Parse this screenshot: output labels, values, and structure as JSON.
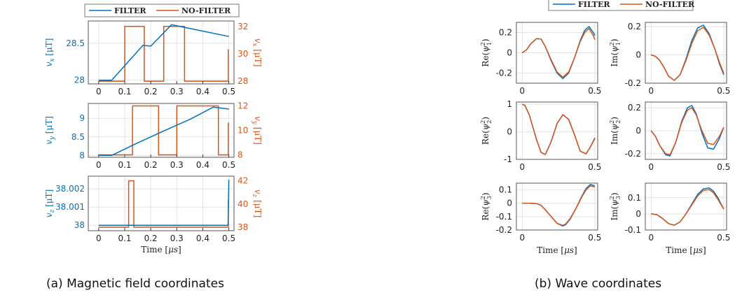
{
  "captions": {
    "left": "(a) Magnetic field coordinates",
    "right": "(b) Wave coordinates"
  },
  "colors": {
    "filter": "#0072BD",
    "nofilter": "#D95319"
  },
  "legend": {
    "filter": "FILTER",
    "nofilter": "NO-FILTER"
  },
  "chart_data": [
    {
      "type": "line",
      "id": "vx",
      "xlabel": "",
      "xlim": [
        0,
        0.5
      ],
      "xticks": [
        "0",
        "0.1",
        "0.2",
        "0.3",
        "0.4",
        "0.5"
      ],
      "left_axis": {
        "label": "v_x [μT]",
        "ylim": [
          27.95,
          28.8
        ],
        "ticks": [
          [
            28,
            "28"
          ],
          [
            28.5,
            "28.5"
          ]
        ]
      },
      "right_axis": {
        "label": "v_x [μT]",
        "ylim": [
          27.8,
          32.4
        ],
        "ticks": [
          [
            28,
            "28"
          ],
          [
            30,
            "30"
          ],
          [
            32,
            "32"
          ]
        ]
      },
      "series": [
        {
          "name": "FILTER",
          "axis": "left",
          "x": [
            0,
            0.05,
            0.17,
            0.2,
            0.28,
            0.5
          ],
          "y": [
            28,
            28,
            28.47,
            28.46,
            28.75,
            28.59
          ]
        },
        {
          "name": "NO-FILTER",
          "axis": "right",
          "x": [
            0,
            0.1,
            0.1,
            0.175,
            0.175,
            0.25,
            0.25,
            0.33,
            0.33,
            0.498,
            0.498,
            0.5
          ],
          "y": [
            28,
            28,
            32,
            32,
            28,
            28,
            32,
            32,
            28,
            28,
            30.3,
            30.3
          ]
        }
      ]
    },
    {
      "type": "line",
      "id": "vy",
      "xlabel": "",
      "xlim": [
        0,
        0.5
      ],
      "xticks": [
        "0",
        "0.1",
        "0.2",
        "0.3",
        "0.4",
        "0.5"
      ],
      "left_axis": {
        "label": "v_y [μT]",
        "ylim": [
          7.95,
          9.4
        ],
        "ticks": [
          [
            8,
            "8"
          ],
          [
            8.5,
            "8.5"
          ],
          [
            9,
            "9"
          ]
        ]
      },
      "right_axis": {
        "label": "v_y [μT]",
        "ylim": [
          7.8,
          12.2
        ],
        "ticks": [
          [
            8,
            "8"
          ],
          [
            10,
            "10"
          ],
          [
            12,
            "12"
          ]
        ]
      },
      "series": [
        {
          "name": "FILTER",
          "axis": "left",
          "x": [
            0,
            0.05,
            0.15,
            0.25,
            0.35,
            0.44,
            0.5
          ],
          "y": [
            8,
            8,
            8.34,
            8.66,
            8.97,
            9.3,
            9.25
          ]
        },
        {
          "name": "NO-FILTER",
          "axis": "right",
          "x": [
            0,
            0.13,
            0.13,
            0.23,
            0.23,
            0.3,
            0.3,
            0.46,
            0.46,
            0.498,
            0.498,
            0.5
          ],
          "y": [
            8,
            8,
            12,
            12,
            8,
            8,
            12,
            12,
            8,
            8,
            10.6,
            10.6
          ]
        }
      ]
    },
    {
      "type": "line",
      "id": "vz",
      "xlabel": "Time [μs]",
      "xlim": [
        0,
        0.5
      ],
      "xticks": [
        "0",
        "0.1",
        "0.2",
        "0.3",
        "0.4",
        "0.5"
      ],
      "left_axis": {
        "label": "v_z [μT]",
        "ylim": [
          37.9997,
          38.0027
        ],
        "ticks": [
          [
            38,
            "38"
          ],
          [
            38.001,
            "38.001"
          ],
          [
            38.002,
            "38.002"
          ]
        ]
      },
      "right_axis": {
        "label": "v_z [μT]",
        "ylim": [
          37.7,
          42.4
        ],
        "ticks": [
          [
            38,
            "38"
          ],
          [
            40,
            "40"
          ],
          [
            42,
            "42"
          ]
        ]
      },
      "series": [
        {
          "name": "FILTER",
          "axis": "left",
          "x": [
            0,
            0.497,
            0.5
          ],
          "y": [
            38,
            38,
            38.0025
          ]
        },
        {
          "name": "NO-FILTER",
          "axis": "right",
          "x": [
            0,
            0.115,
            0.115,
            0.135,
            0.135,
            0.498,
            0.498,
            0.5
          ],
          "y": [
            38,
            38,
            42,
            42,
            38,
            38,
            40.3,
            40.3
          ]
        }
      ]
    },
    {
      "type": "line",
      "id": "re1",
      "ylabel": "Re(ψ₁²)",
      "xlim": [
        0,
        0.5
      ],
      "xticks": [
        "0",
        "0.5"
      ],
      "ylim": [
        -0.3,
        0.3
      ],
      "yticks": [
        [
          0.2,
          "0.2"
        ],
        [
          0,
          "0"
        ],
        [
          -0.2,
          "-0.2"
        ]
      ],
      "series": [
        {
          "name": "FILTER",
          "x": [
            0,
            0.03,
            0.06,
            0.1,
            0.13,
            0.16,
            0.2,
            0.24,
            0.28,
            0.32,
            0.36,
            0.4,
            0.43,
            0.46,
            0.49,
            0.5
          ],
          "y": [
            0,
            0.03,
            0.09,
            0.14,
            0.135,
            0.06,
            -0.08,
            -0.2,
            -0.255,
            -0.2,
            -0.05,
            0.12,
            0.22,
            0.26,
            0.2,
            0.17
          ]
        },
        {
          "name": "NO-FILTER",
          "x": [
            0,
            0.03,
            0.06,
            0.1,
            0.13,
            0.16,
            0.2,
            0.24,
            0.28,
            0.32,
            0.36,
            0.4,
            0.43,
            0.46,
            0.49,
            0.5
          ],
          "y": [
            0,
            0.03,
            0.09,
            0.14,
            0.135,
            0.06,
            -0.07,
            -0.19,
            -0.24,
            -0.19,
            -0.05,
            0.11,
            0.2,
            0.24,
            0.17,
            0.13
          ]
        }
      ]
    },
    {
      "type": "line",
      "id": "im1",
      "ylabel": "Im(ψ₁²)",
      "xlim": [
        0,
        0.5
      ],
      "xticks": [
        "0",
        "0.5"
      ],
      "ylim": [
        -0.2,
        0.23
      ],
      "yticks": [
        [
          0.2,
          "0.2"
        ],
        [
          0,
          "0"
        ],
        [
          -0.2,
          "-0.2"
        ]
      ],
      "series": [
        {
          "name": "FILTER",
          "x": [
            0,
            0.03,
            0.06,
            0.09,
            0.12,
            0.16,
            0.2,
            0.24,
            0.28,
            0.32,
            0.36,
            0.4,
            0.44,
            0.47,
            0.5
          ],
          "y": [
            0,
            -0.01,
            -0.04,
            -0.09,
            -0.15,
            -0.18,
            -0.14,
            -0.03,
            0.1,
            0.19,
            0.21,
            0.15,
            0.04,
            -0.06,
            -0.14
          ]
        },
        {
          "name": "NO-FILTER",
          "x": [
            0,
            0.03,
            0.06,
            0.09,
            0.12,
            0.16,
            0.2,
            0.24,
            0.28,
            0.32,
            0.36,
            0.4,
            0.44,
            0.47,
            0.5
          ],
          "y": [
            0,
            -0.01,
            -0.04,
            -0.09,
            -0.15,
            -0.18,
            -0.14,
            -0.04,
            0.08,
            0.17,
            0.195,
            0.14,
            0.04,
            -0.05,
            -0.13
          ]
        }
      ]
    },
    {
      "type": "line",
      "id": "re2",
      "ylabel": "Re(ψ₂²)",
      "xlim": [
        0,
        0.5
      ],
      "xticks": [
        "0",
        "0.5"
      ],
      "ylim": [
        -1,
        1.08
      ],
      "yticks": [
        [
          1,
          "1"
        ],
        [
          0,
          "0"
        ],
        [
          -1,
          "-1"
        ]
      ],
      "series": [
        {
          "name": "FILTER",
          "x": [
            0,
            0.02,
            0.05,
            0.08,
            0.1,
            0.13,
            0.16,
            0.2,
            0.24,
            0.28,
            0.32,
            0.36,
            0.4,
            0.44,
            0.47,
            0.5
          ],
          "y": [
            1,
            0.95,
            0.6,
            0.05,
            -0.3,
            -0.75,
            -0.82,
            -0.35,
            0.3,
            0.62,
            0.45,
            -0.1,
            -0.7,
            -0.8,
            -0.55,
            -0.22
          ]
        },
        {
          "name": "NO-FILTER",
          "x": [
            0,
            0.02,
            0.05,
            0.08,
            0.1,
            0.13,
            0.16,
            0.2,
            0.24,
            0.28,
            0.32,
            0.36,
            0.4,
            0.44,
            0.47,
            0.5
          ],
          "y": [
            1,
            0.95,
            0.6,
            0.05,
            -0.3,
            -0.75,
            -0.82,
            -0.35,
            0.3,
            0.62,
            0.45,
            -0.1,
            -0.7,
            -0.8,
            -0.55,
            -0.25
          ]
        }
      ]
    },
    {
      "type": "line",
      "id": "im2",
      "ylabel": "Im(ψ₂²)",
      "xlim": [
        0,
        0.5
      ],
      "xticks": [
        "0",
        "0.5"
      ],
      "ylim": [
        -0.25,
        0.25
      ],
      "yticks": [
        [
          0.2,
          "0.2"
        ],
        [
          0,
          "0"
        ],
        [
          -0.2,
          "-0.2"
        ]
      ],
      "series": [
        {
          "name": "FILTER",
          "x": [
            0,
            0.03,
            0.06,
            0.1,
            0.13,
            0.17,
            0.21,
            0.25,
            0.28,
            0.31,
            0.35,
            0.39,
            0.43,
            0.47,
            0.5
          ],
          "y": [
            0,
            -0.05,
            -0.13,
            -0.21,
            -0.22,
            -0.1,
            0.08,
            0.2,
            0.22,
            0.15,
            -0.02,
            -0.15,
            -0.16,
            -0.07,
            0.03
          ]
        },
        {
          "name": "NO-FILTER",
          "x": [
            0,
            0.03,
            0.06,
            0.1,
            0.13,
            0.17,
            0.21,
            0.25,
            0.28,
            0.31,
            0.35,
            0.39,
            0.43,
            0.47,
            0.5
          ],
          "y": [
            0,
            -0.05,
            -0.13,
            -0.2,
            -0.21,
            -0.1,
            0.07,
            0.18,
            0.2,
            0.14,
            0.0,
            -0.11,
            -0.12,
            -0.05,
            0.03
          ]
        }
      ]
    },
    {
      "type": "line",
      "id": "re3",
      "ylabel": "Re(ψ₃²)",
      "xlim": [
        0,
        0.5
      ],
      "xticks": [
        "0",
        "0.5"
      ],
      "ylim": [
        -0.2,
        0.15
      ],
      "yticks": [
        [
          0.1,
          "0.1"
        ],
        [
          0,
          "0"
        ],
        [
          -0.1,
          "-0.1"
        ],
        [
          -0.2,
          "-0.2"
        ]
      ],
      "series": [
        {
          "name": "FILTER",
          "x": [
            0,
            0.05,
            0.1,
            0.13,
            0.16,
            0.2,
            0.24,
            0.28,
            0.3,
            0.33,
            0.37,
            0.41,
            0.44,
            0.47,
            0.5
          ],
          "y": [
            0,
            0,
            -0.003,
            -0.015,
            -0.05,
            -0.1,
            -0.15,
            -0.17,
            -0.16,
            -0.12,
            -0.04,
            0.05,
            0.11,
            0.14,
            0.13
          ]
        },
        {
          "name": "NO-FILTER",
          "x": [
            0,
            0.05,
            0.1,
            0.13,
            0.16,
            0.2,
            0.24,
            0.28,
            0.3,
            0.33,
            0.37,
            0.41,
            0.44,
            0.47,
            0.5
          ],
          "y": [
            0,
            0,
            -0.003,
            -0.015,
            -0.05,
            -0.1,
            -0.15,
            -0.165,
            -0.155,
            -0.115,
            -0.04,
            0.045,
            0.1,
            0.13,
            0.12
          ]
        }
      ]
    },
    {
      "type": "line",
      "id": "im3",
      "ylabel": "Im(ψ₃²)",
      "xlim": [
        0,
        0.5
      ],
      "xticks": [
        "0",
        "0.5"
      ],
      "ylim": [
        -0.1,
        0.19
      ],
      "yticks": [
        [
          0.1,
          "0.1"
        ],
        [
          0,
          "0"
        ],
        [
          -0.1,
          "-0.1"
        ]
      ],
      "series": [
        {
          "name": "FILTER",
          "x": [
            0,
            0.04,
            0.08,
            0.12,
            0.16,
            0.2,
            0.24,
            0.28,
            0.32,
            0.36,
            0.4,
            0.43,
            0.46,
            0.5
          ],
          "y": [
            0,
            -0.005,
            -0.03,
            -0.06,
            -0.07,
            -0.05,
            0.0,
            0.06,
            0.12,
            0.155,
            0.16,
            0.14,
            0.1,
            0.03
          ]
        },
        {
          "name": "NO-FILTER",
          "x": [
            0,
            0.04,
            0.08,
            0.12,
            0.16,
            0.2,
            0.24,
            0.28,
            0.32,
            0.36,
            0.4,
            0.43,
            0.46,
            0.5
          ],
          "y": [
            0,
            -0.005,
            -0.03,
            -0.06,
            -0.07,
            -0.05,
            0.0,
            0.055,
            0.11,
            0.145,
            0.15,
            0.13,
            0.09,
            0.03
          ]
        }
      ]
    }
  ]
}
